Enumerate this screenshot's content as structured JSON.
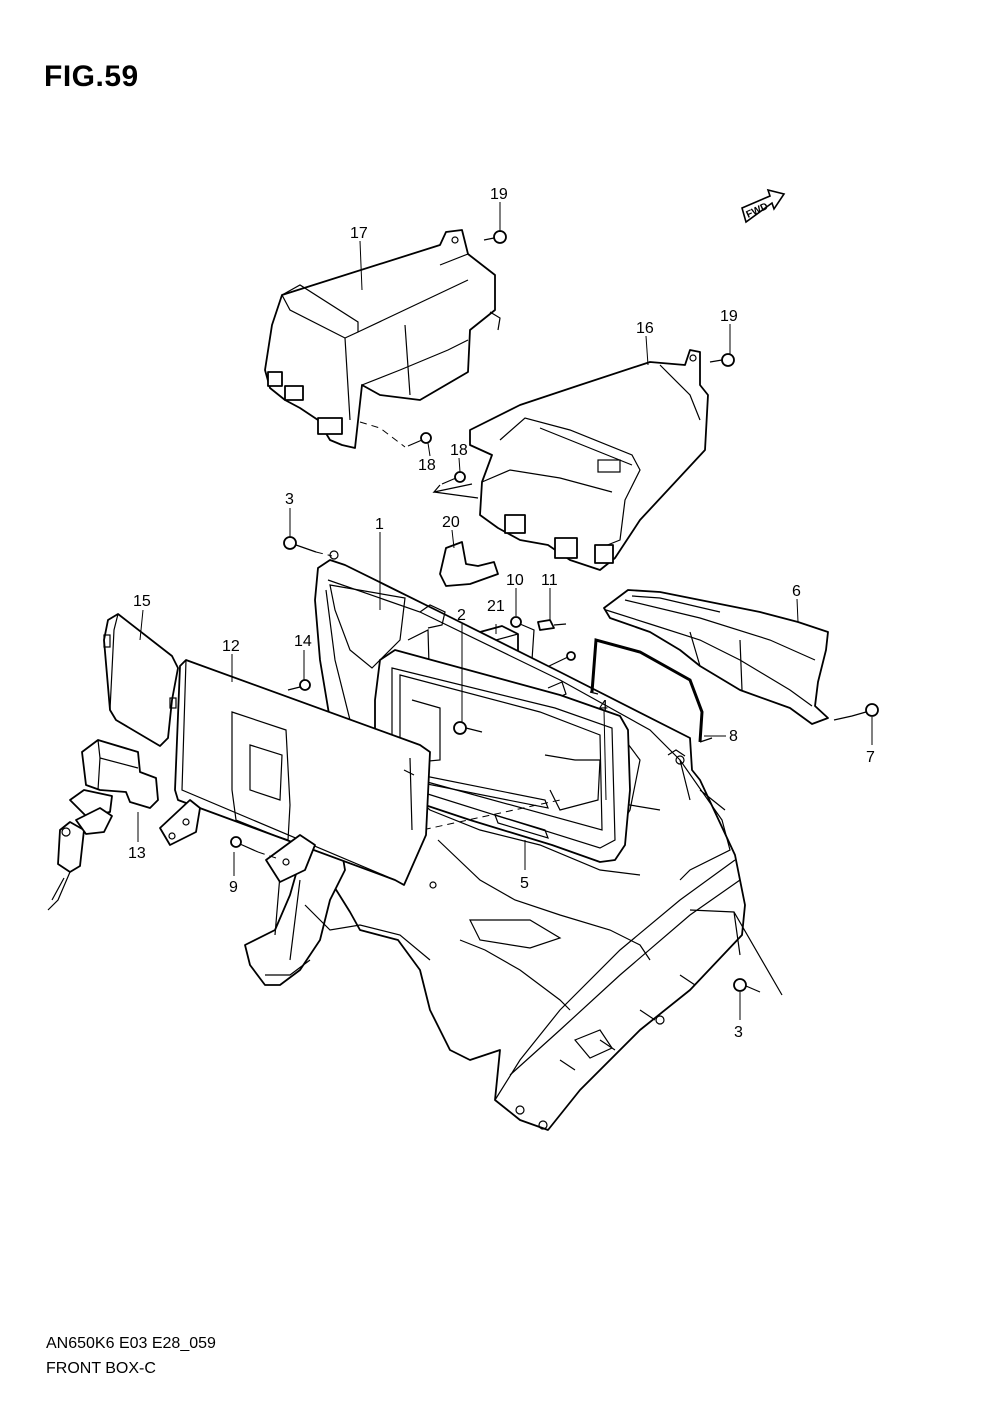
{
  "figure": {
    "title": "FIG.59",
    "fwd_label": "FWD"
  },
  "callouts": [
    {
      "id": "c19a",
      "label": "19"
    },
    {
      "id": "c17",
      "label": "17"
    },
    {
      "id": "c19b",
      "label": "19"
    },
    {
      "id": "c16",
      "label": "16"
    },
    {
      "id": "c18a",
      "label": "18"
    },
    {
      "id": "c18b",
      "label": "18"
    },
    {
      "id": "c3a",
      "label": "3"
    },
    {
      "id": "c1",
      "label": "1"
    },
    {
      "id": "c20",
      "label": "20"
    },
    {
      "id": "c10",
      "label": "10"
    },
    {
      "id": "c11",
      "label": "11"
    },
    {
      "id": "c6",
      "label": "6"
    },
    {
      "id": "c15",
      "label": "15"
    },
    {
      "id": "c12",
      "label": "12"
    },
    {
      "id": "c14",
      "label": "14"
    },
    {
      "id": "c2",
      "label": "2"
    },
    {
      "id": "c21",
      "label": "21"
    },
    {
      "id": "c4",
      "label": "4"
    },
    {
      "id": "c8",
      "label": "8"
    },
    {
      "id": "c7",
      "label": "7"
    },
    {
      "id": "c13",
      "label": "13"
    },
    {
      "id": "c9",
      "label": "9"
    },
    {
      "id": "c5",
      "label": "5"
    },
    {
      "id": "c3b",
      "label": "3"
    }
  ],
  "footer": {
    "code": "AN650K6 E03 E28_059",
    "name": "FRONT BOX-C"
  }
}
